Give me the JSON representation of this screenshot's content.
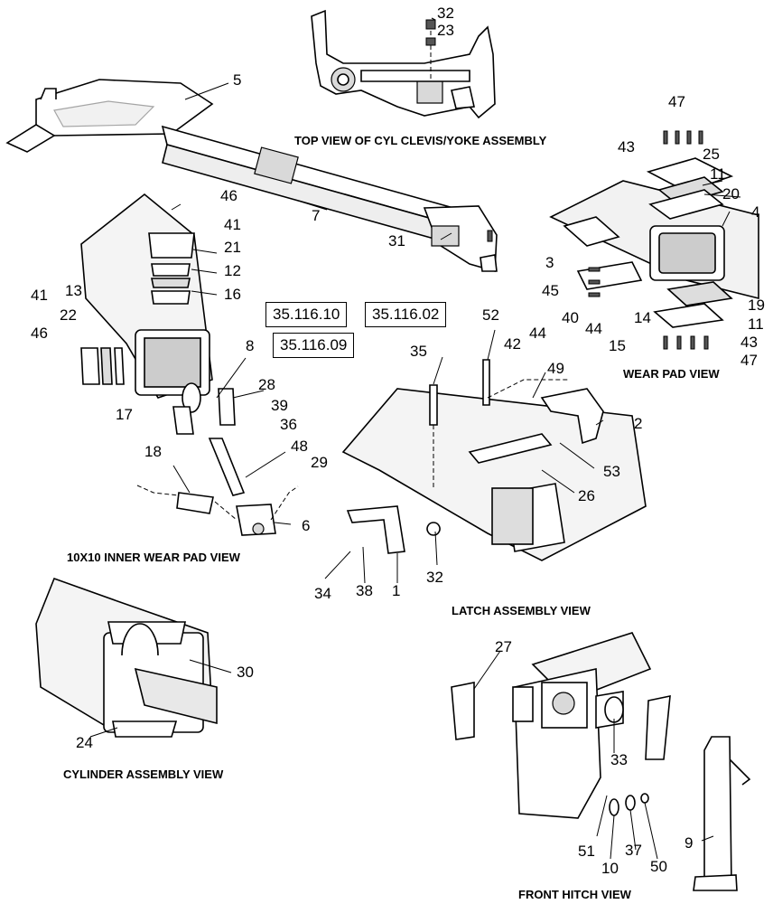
{
  "view_labels": {
    "top": "TOP VIEW OF CYL CLEVIS/YOKE ASSEMBLY",
    "wear_pad": "WEAR PAD VIEW",
    "inner_wear_pad": "10X10 INNER WEAR PAD VIEW",
    "latch": "LATCH ASSEMBLY VIEW",
    "cylinder": "CYLINDER ASSEMBLY VIEW",
    "front_hitch": "FRONT HITCH VIEW"
  },
  "reference_boxes": [
    "35.116.10",
    "35.116.02",
    "35.116.09"
  ],
  "callouts": {
    "c32a": "32",
    "c23": "23",
    "c5": "5",
    "c7": "7",
    "c31": "31",
    "c47a": "47",
    "c43a": "43",
    "c25": "25",
    "c11a": "11",
    "c20": "20",
    "c4": "4",
    "c3": "3",
    "c45": "45",
    "c40": "40",
    "c44a": "44",
    "c15": "15",
    "c14": "14",
    "c19": "19",
    "c11b": "11",
    "c43b": "43",
    "c47b": "47",
    "c46a": "46",
    "c41a": "41",
    "c21": "21",
    "c12": "12",
    "c16": "16",
    "c41b": "41",
    "c13": "13",
    "c46b": "46",
    "c22": "22",
    "c17": "17",
    "c8": "8",
    "c28": "28",
    "c39": "39",
    "c36": "36",
    "c48": "48",
    "c18": "18",
    "c29": "29",
    "c6": "6",
    "c35": "35",
    "c52": "52",
    "c42": "42",
    "c44b": "44",
    "c49": "49",
    "c2": "2",
    "c53": "53",
    "c26": "26",
    "c34": "34",
    "c38": "38",
    "c1": "1",
    "c32b": "32",
    "c30": "30",
    "c24": "24",
    "c27": "27",
    "c33": "33",
    "c51": "51",
    "c10": "10",
    "c37": "37",
    "c50": "50",
    "c9": "9"
  }
}
